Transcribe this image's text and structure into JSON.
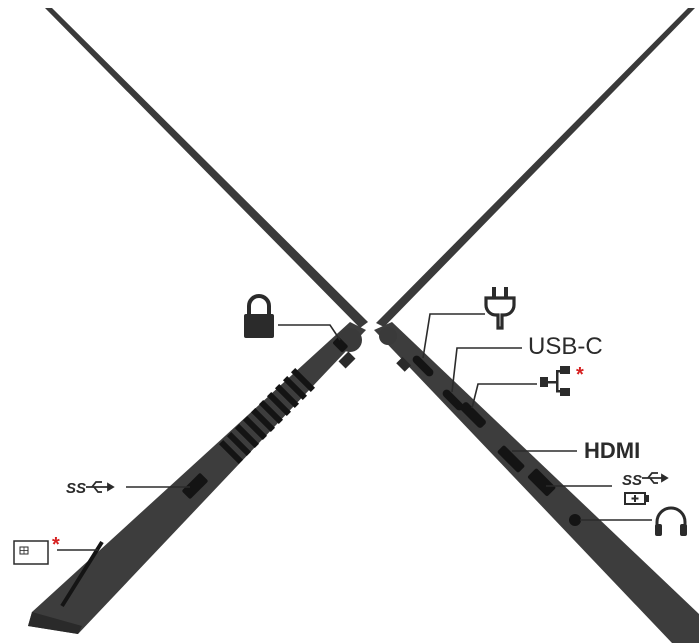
{
  "labels": {
    "usb_c": "USB-C",
    "hdmi": "HDMI",
    "superspeed_left": "SS",
    "superspeed_right": "SS",
    "asterisk_ethernet": "*",
    "asterisk_card_reader": "*"
  },
  "icons": [
    "lock-icon",
    "power-plug-icon",
    "ethernet-icon",
    "usb-icon",
    "battery-charge-icon",
    "headset-icon",
    "smart-card-icon"
  ],
  "colors": {
    "chassis": "#3d3d3d",
    "chassis_dark": "#2a2a2a",
    "port": "#141414",
    "callout_line": "#2b2b2b",
    "asterisk": "#d62020"
  }
}
